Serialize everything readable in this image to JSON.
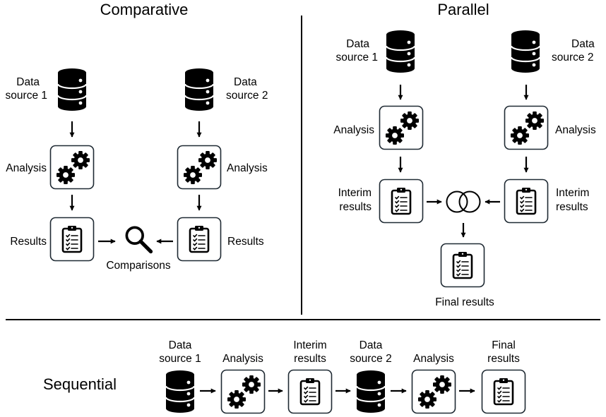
{
  "comparative": {
    "title": "Comparative",
    "source1": [
      "Data",
      "source 1"
    ],
    "source2": [
      "Data",
      "source 2"
    ],
    "analysis_left": "Analysis",
    "analysis_right": "Analysis",
    "results_left": "Results",
    "results_right": "Results",
    "comparisons": "Comparisons"
  },
  "parallel": {
    "title": "Parallel",
    "source1": [
      "Data",
      "source 1"
    ],
    "source2": [
      "Data",
      "source 2"
    ],
    "analysis_left": "Analysis",
    "analysis_right": "Analysis",
    "interim_left": [
      "Interim",
      "results"
    ],
    "interim_right": [
      "Interim",
      "results"
    ],
    "final": "Final results"
  },
  "sequential": {
    "title": "Sequential",
    "source1": [
      "Data",
      "source 1"
    ],
    "analysis1": "Analysis",
    "interim": [
      "Interim",
      "results"
    ],
    "source2": [
      "Data",
      "source 2"
    ],
    "analysis2": "Analysis",
    "final": [
      "Final",
      "results"
    ]
  },
  "icons": {
    "database": "database-icon",
    "gears": "gears-icon",
    "clipboard": "clipboard-checklist-icon",
    "magnifier": "magnifier-icon",
    "venn": "venn-icon"
  },
  "colors": {
    "icon": "#000000",
    "box_border": "#1f2a33",
    "divider": "#000000"
  }
}
